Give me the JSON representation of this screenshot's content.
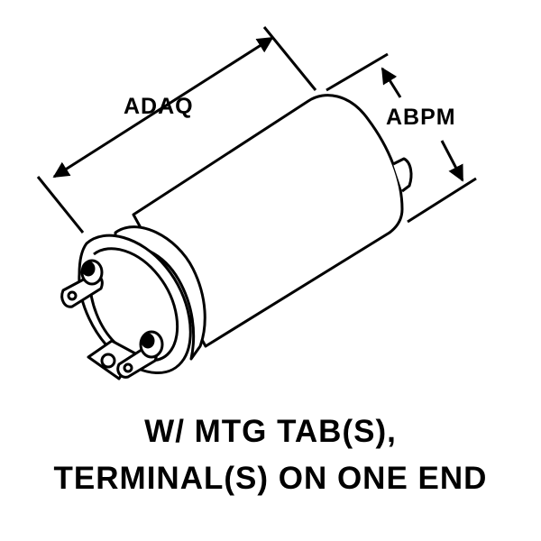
{
  "dimensions": {
    "length_label": "ADAQ",
    "diameter_label": "ABPM"
  },
  "caption": {
    "line1": "W/ MTG TAB(S),",
    "line2": "TERMINAL(S) ON ONE END"
  },
  "colors": {
    "ink": "#000000",
    "paper": "#ffffff"
  }
}
